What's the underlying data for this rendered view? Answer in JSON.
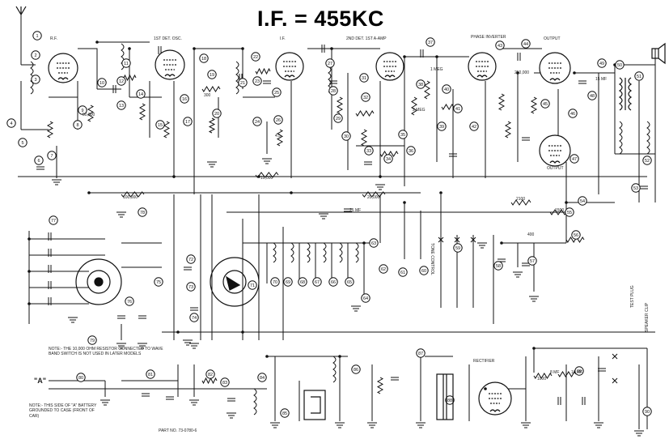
{
  "title": "I.F. = 455KC",
  "tube_labels": {
    "rf": "R.F.",
    "det_osc": "1ST DET. OSC.",
    "if": "I.F.",
    "detector": "2ND DET. 1ST A-AMP",
    "phase_inverter": "PHASE INVERTER",
    "output_top": "OUTPUT",
    "output_bottom": "OUTPUT",
    "rectifier": "RECTIFIER"
  },
  "switch_labels": {
    "tone_control": "TONE CONTROL",
    "test_plug": "TEST PLUG",
    "speaker_clip": "SPEAKER CLIP"
  },
  "terminal_label": "\"A\"",
  "notes": {
    "left": "NOTE:- THE 10,000 OHM RESISTOR CONNECTED TO WAVE BAND SWITCH IS NOT USED IN LATER MODELS",
    "bottom": "NOTE:- THIS SIDE OF \"A\" BATTERY GROUNDED TO CASE (FRONT OF CAR)",
    "part_number": "PART NO. 73-0780-6"
  },
  "component_values": {
    "r_10000": "10,000",
    "r_50000": "50,000",
    "r_250000": "250,000",
    "r_1meg": "1 MEG",
    "r_2mega": "2 MEG",
    "r_300": "300",
    "r_4_5": "4.5",
    "c_25mf": "25 MF",
    "c_8mf": "8 MF",
    "c_10mf": "10 MF",
    "c_15mf": "15 MF",
    "r_2100": "2100",
    "r_1500": "1500",
    "r_100000": "100,000",
    "r_20000": "20,000",
    "r_400": "400",
    "r_1000": "1000"
  },
  "callouts": [
    "1",
    "2",
    "3",
    "4",
    "5",
    "6",
    "7",
    "8",
    "9",
    "10",
    "11",
    "12",
    "13",
    "14",
    "15",
    "16",
    "17",
    "18",
    "19",
    "20",
    "21",
    "22",
    "23",
    "24",
    "25",
    "26",
    "27",
    "28",
    "29",
    "30",
    "31",
    "32",
    "33",
    "34",
    "35",
    "36",
    "37",
    "38",
    "39",
    "40",
    "41",
    "42",
    "43",
    "44",
    "45",
    "46",
    "47",
    "48",
    "49",
    "50",
    "51",
    "52",
    "53",
    "54",
    "55",
    "56",
    "57",
    "58",
    "59",
    "60",
    "61",
    "62",
    "63",
    "64",
    "65",
    "66",
    "67",
    "68",
    "69",
    "70",
    "71",
    "72",
    "73",
    "74",
    "75",
    "76",
    "77",
    "78",
    "79",
    "80",
    "81",
    "82",
    "83",
    "84",
    "85",
    "86",
    "87",
    "88",
    "89",
    "90"
  ]
}
